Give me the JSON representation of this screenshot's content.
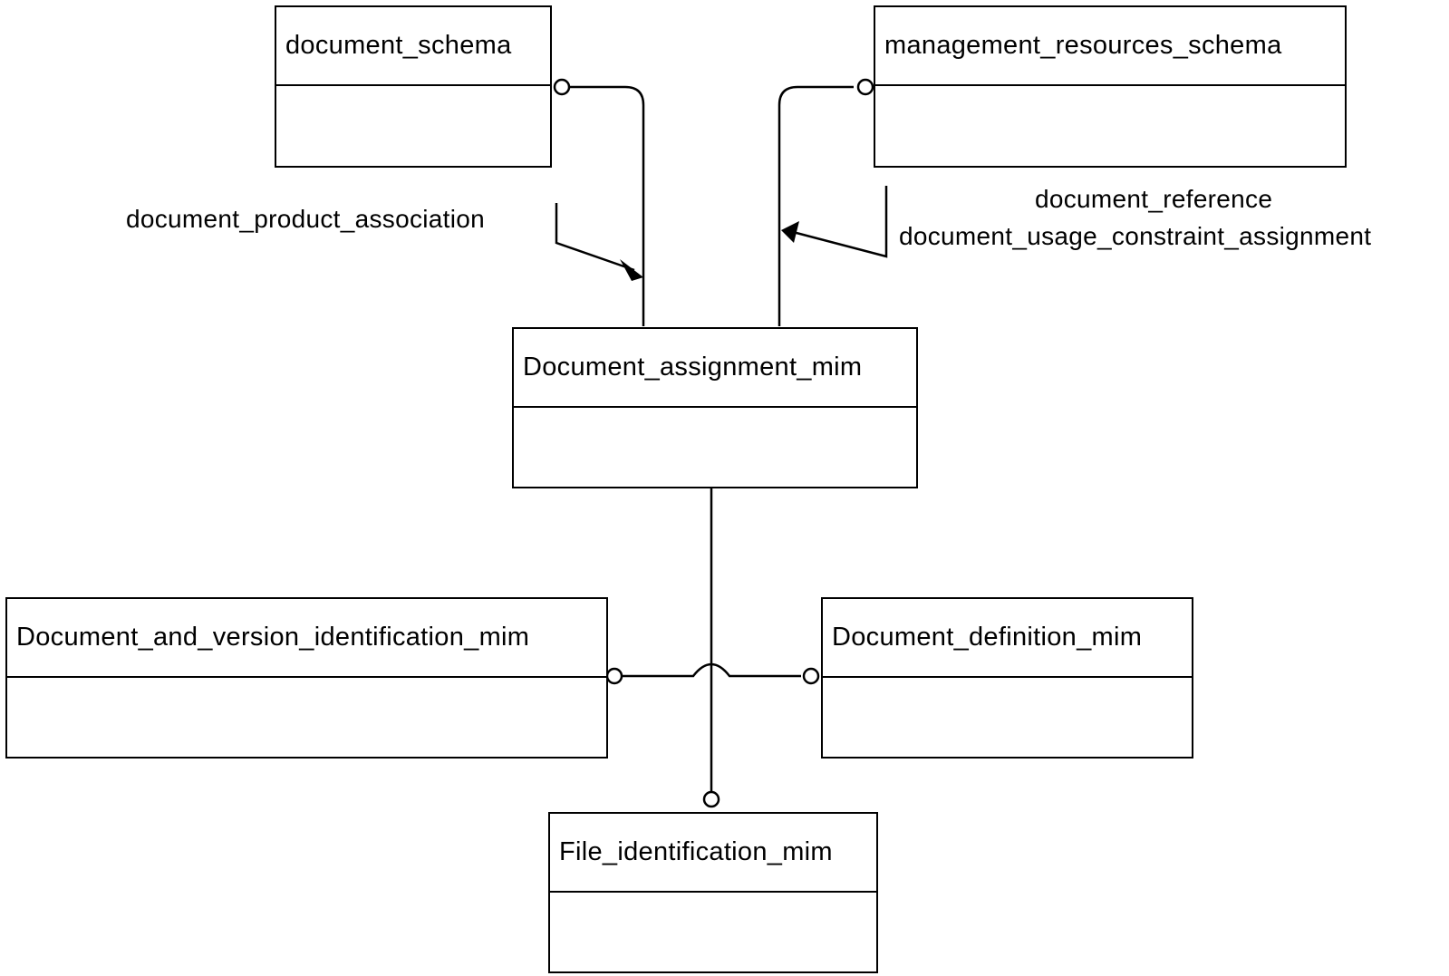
{
  "schemas": {
    "document_schema": "document_schema",
    "management_resources_schema": "management_resources_schema",
    "document_assignment_mim": "Document_assignment_mim",
    "document_and_version_identification_mim": "Document_and_version_identification_mim",
    "document_definition_mim": "Document_definition_mim",
    "file_identification_mim": "File_identification_mim"
  },
  "labels": {
    "left_reference": "document_product_association",
    "right_reference_1": "document_reference",
    "right_reference_2": "document_usage_constraint_assignment"
  }
}
